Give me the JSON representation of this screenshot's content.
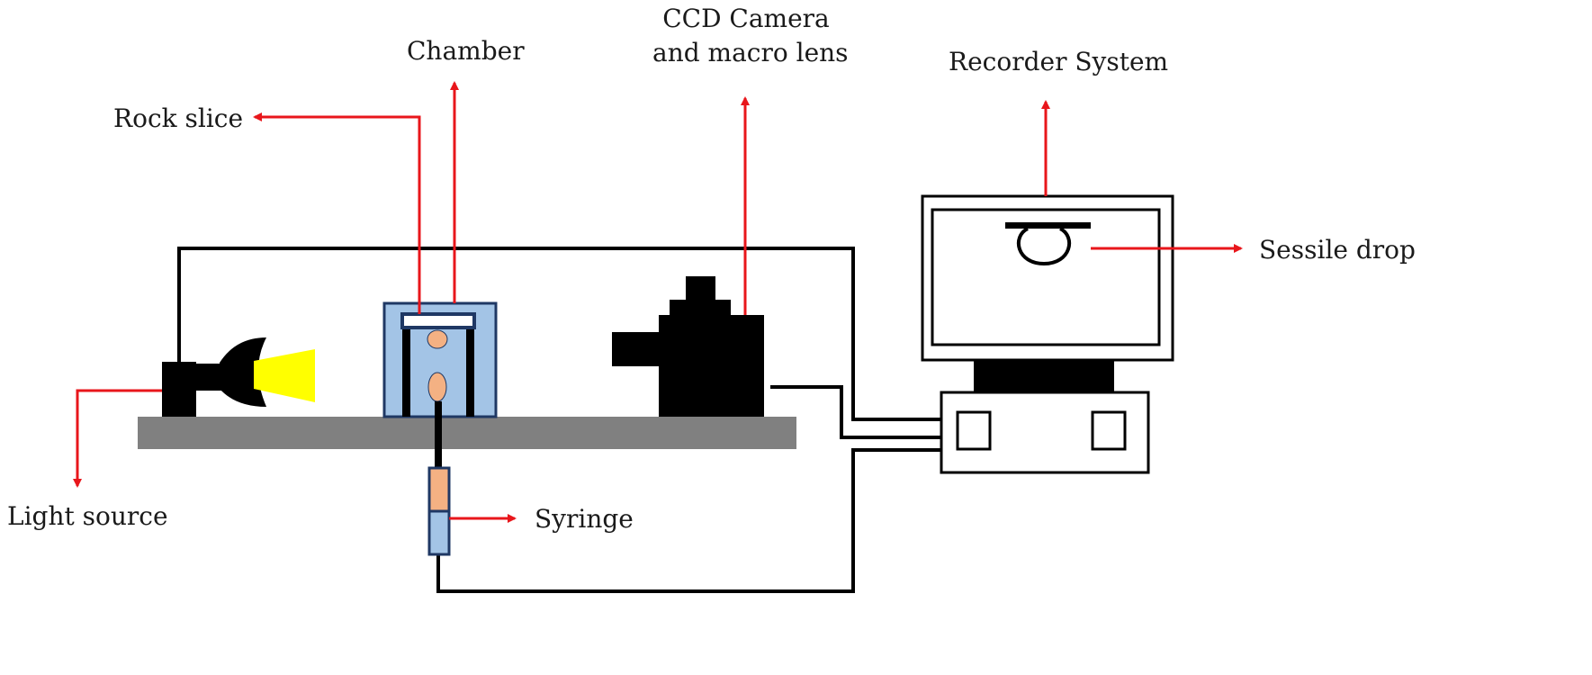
{
  "labels": {
    "chamber": "Chamber",
    "ccd_line1": "CCD Camera",
    "ccd_line2": "and macro lens",
    "recorder": "Recorder System",
    "rock_slice": "Rock slice",
    "sessile_drop": "Sessile drop",
    "light_source": "Light source",
    "syringe": "Syringe"
  },
  "colors": {
    "arrow": "#e8161b",
    "wire": "#000000",
    "bench": "#808080",
    "chamber_fill": "#a3c4e6",
    "chamber_border": "#1f3864",
    "droplet": "#f4b183",
    "light_beam": "#ffff00",
    "device": "#000000"
  }
}
